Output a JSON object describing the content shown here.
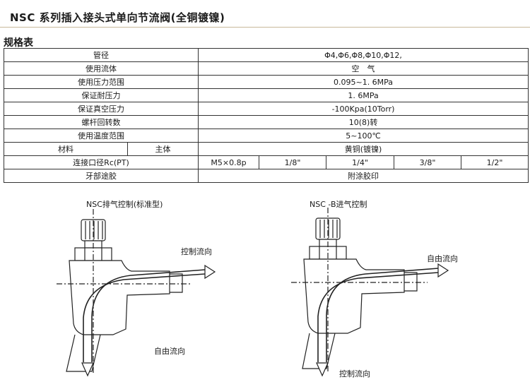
{
  "title": "NSC 系列插入接头式单向节流阀(全铜镀镍)",
  "section_title": "规格表",
  "rows": [
    {
      "label": "管径",
      "value": "Φ4,Φ6,Φ8,Φ10,Φ12,"
    },
    {
      "label": "使用流体",
      "value": "空　气"
    },
    {
      "label": "使用压力范围",
      "value": "0.095~1. 6MPa"
    },
    {
      "label": "保证耐压力",
      "value": "1. 6MPa"
    },
    {
      "label": "保证真空压力",
      "value": "-100Kpa(10Torr)"
    },
    {
      "label": "螺杆回转数",
      "value": "10(8)转"
    },
    {
      "label": "使用温度范围",
      "value": "5~100℃"
    }
  ],
  "material": {
    "label": "材料",
    "sub": "主体",
    "value": "黄铜(镀镍)"
  },
  "thread": {
    "label": "连接口径Rc(PT)",
    "sizes": [
      "M5×0.8p",
      "1/8\"",
      "1/4\"",
      "3/8\"",
      "1/2\""
    ]
  },
  "sealant": {
    "label": "牙部途胶",
    "value": "附涂胶印"
  },
  "diagram_left": {
    "caption": "NSC排气控制(标准型)",
    "flow_right": "控制流向",
    "flow_down": "自由流向"
  },
  "diagram_right": {
    "caption": "NSC -B进气控制",
    "flow_right": "自由流向",
    "flow_down": "控制流向"
  }
}
